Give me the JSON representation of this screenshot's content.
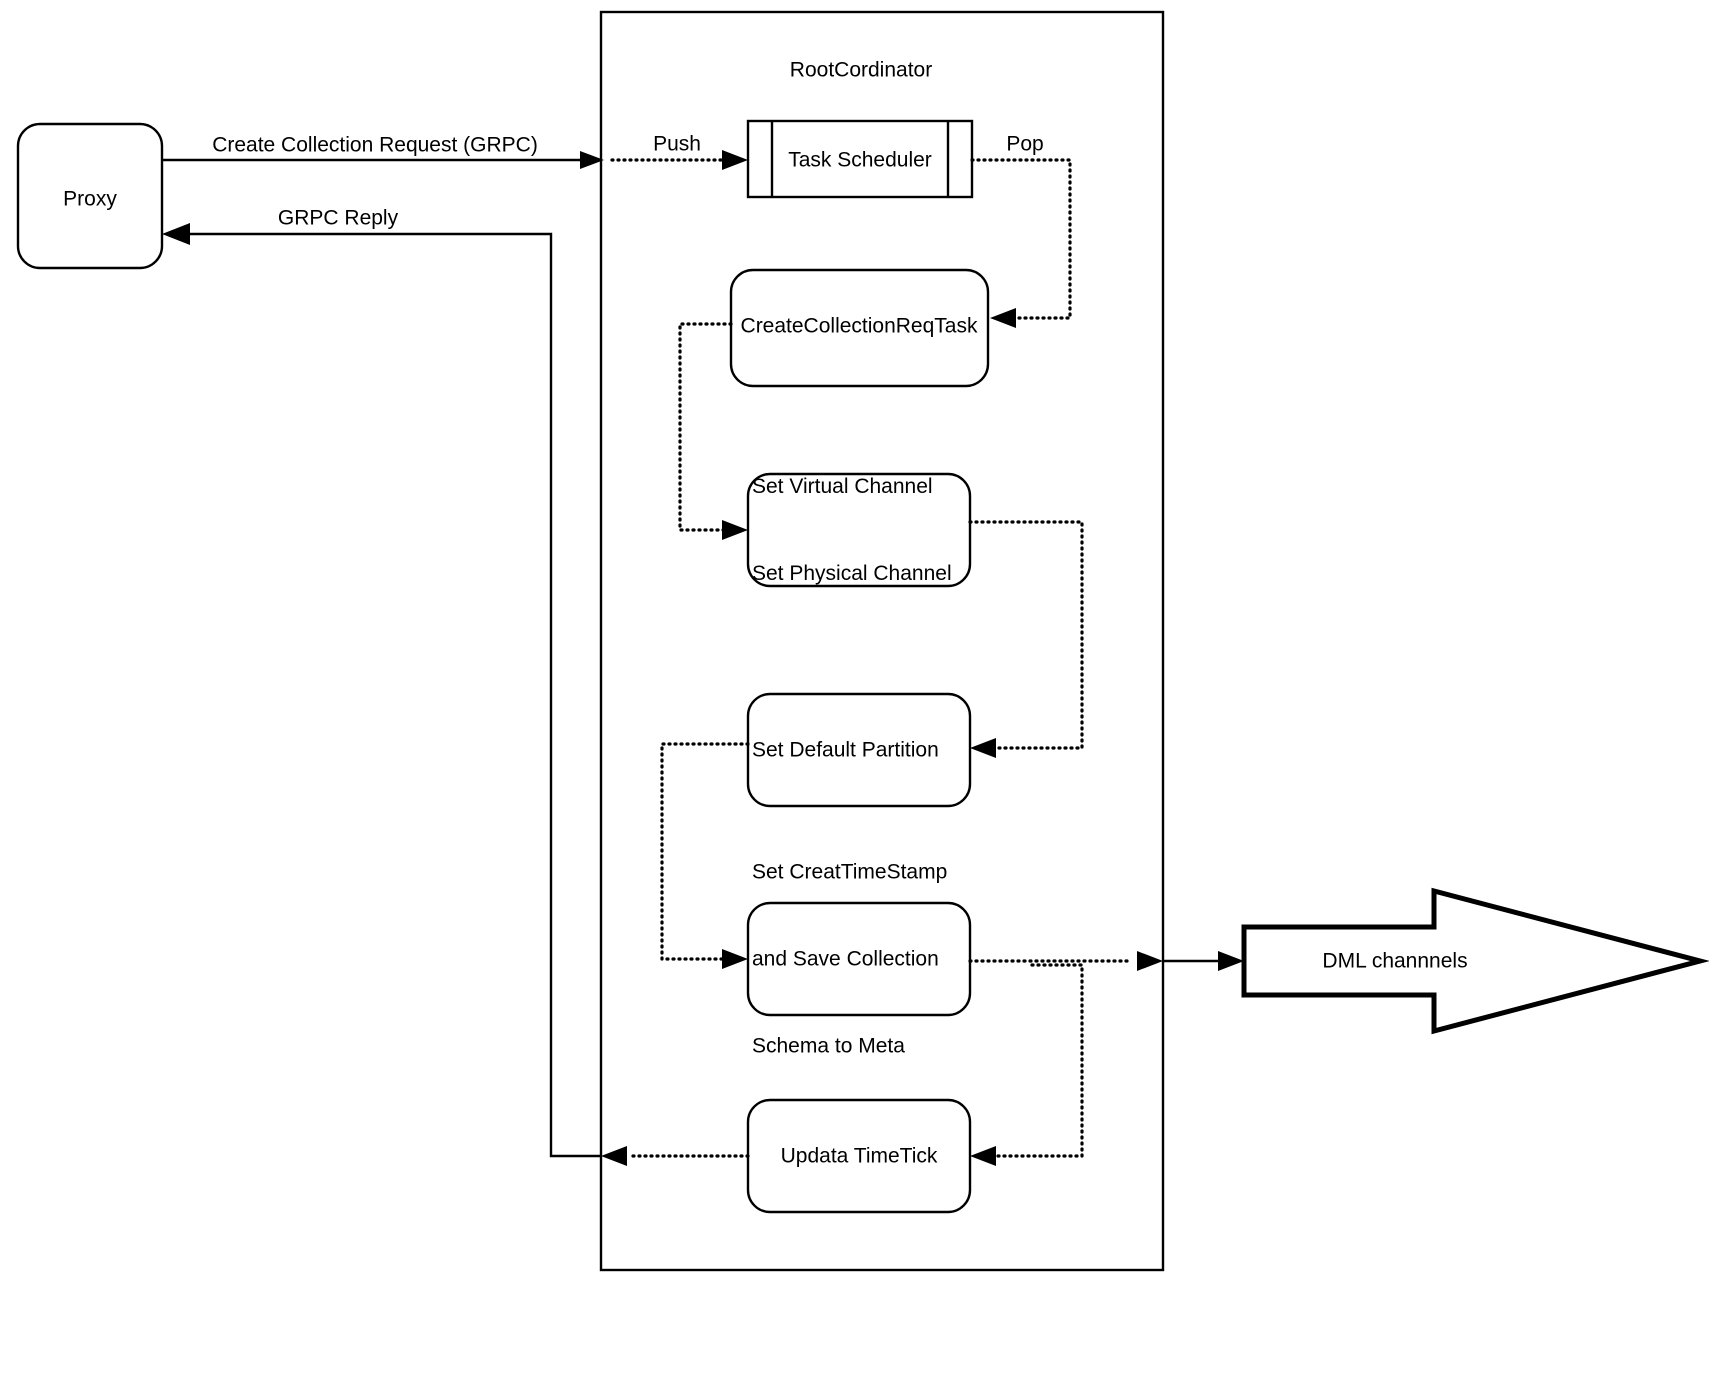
{
  "diagram": {
    "title_visible": "RootCordinator",
    "container_label": "RootCordinator",
    "nodes": {
      "proxy": "Proxy",
      "task_scheduler": "Task Scheduler",
      "create_collection_req_task": "CreateCollectionReqTask",
      "set_channel_line1": "Set Virtual Channel",
      "set_channel_line2": "Set Physical Channel",
      "set_default_partition": "Set Default Partition",
      "set_timestamp_line1": "Set CreatTimeStamp",
      "set_timestamp_line2": "and Save Collection",
      "set_timestamp_line3": "Schema to Meta",
      "updata_timetick": "Updata TimeTick",
      "dml_channels": "DML channnels"
    },
    "edge_labels": {
      "create_collection_request": "Create Collection Request (GRPC)",
      "grpc_reply": "GRPC Reply",
      "push": "Push",
      "pop": "Pop"
    },
    "colors": {
      "stroke": "#000000",
      "fill": "#ffffff",
      "text": "#000000"
    }
  }
}
